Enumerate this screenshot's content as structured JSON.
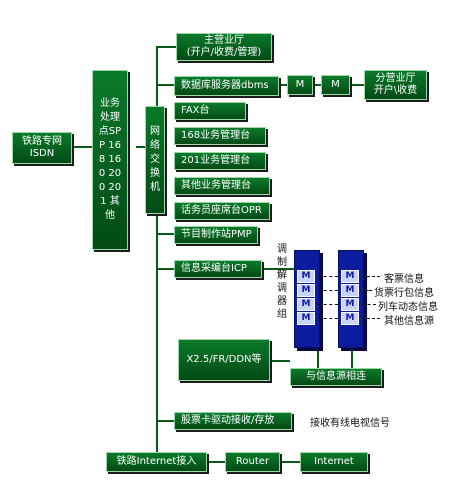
{
  "nodes": {
    "rail_isdn": "铁路专网\nISDN",
    "spp": "业务处理点SPP 168 160 200 201 其他",
    "switch": "网络交换机",
    "main_hall": "主营业厅\n(开户/收费/管理)",
    "db_server": "数据库服务器dbms",
    "m1": "M",
    "m2": "M",
    "branch_hall": "分营业厅\n开户\\收费",
    "fax": "FAX台",
    "svc168": "168业务管理台",
    "svc201": "201业务管理台",
    "other_svc": "其他业务管理台",
    "opr": "话务员座席台OPR",
    "pmp": "节目制作站PMP",
    "icp": "信息采编台ICP",
    "x25": "X2.5/FR/DDN等",
    "info_src": "与信息源相连",
    "stock_card": "股票卡驱动接收/存放",
    "tv_signal": "接收有线电视信号",
    "rail_internet": "铁路Internet接入",
    "router": "Router",
    "internet": "Internet"
  },
  "modem_label": "调制解调器组",
  "modem_cell": "M",
  "info_items": [
    "客票信息",
    "货票行包信息",
    "列车动态信息",
    "其他信息源"
  ]
}
